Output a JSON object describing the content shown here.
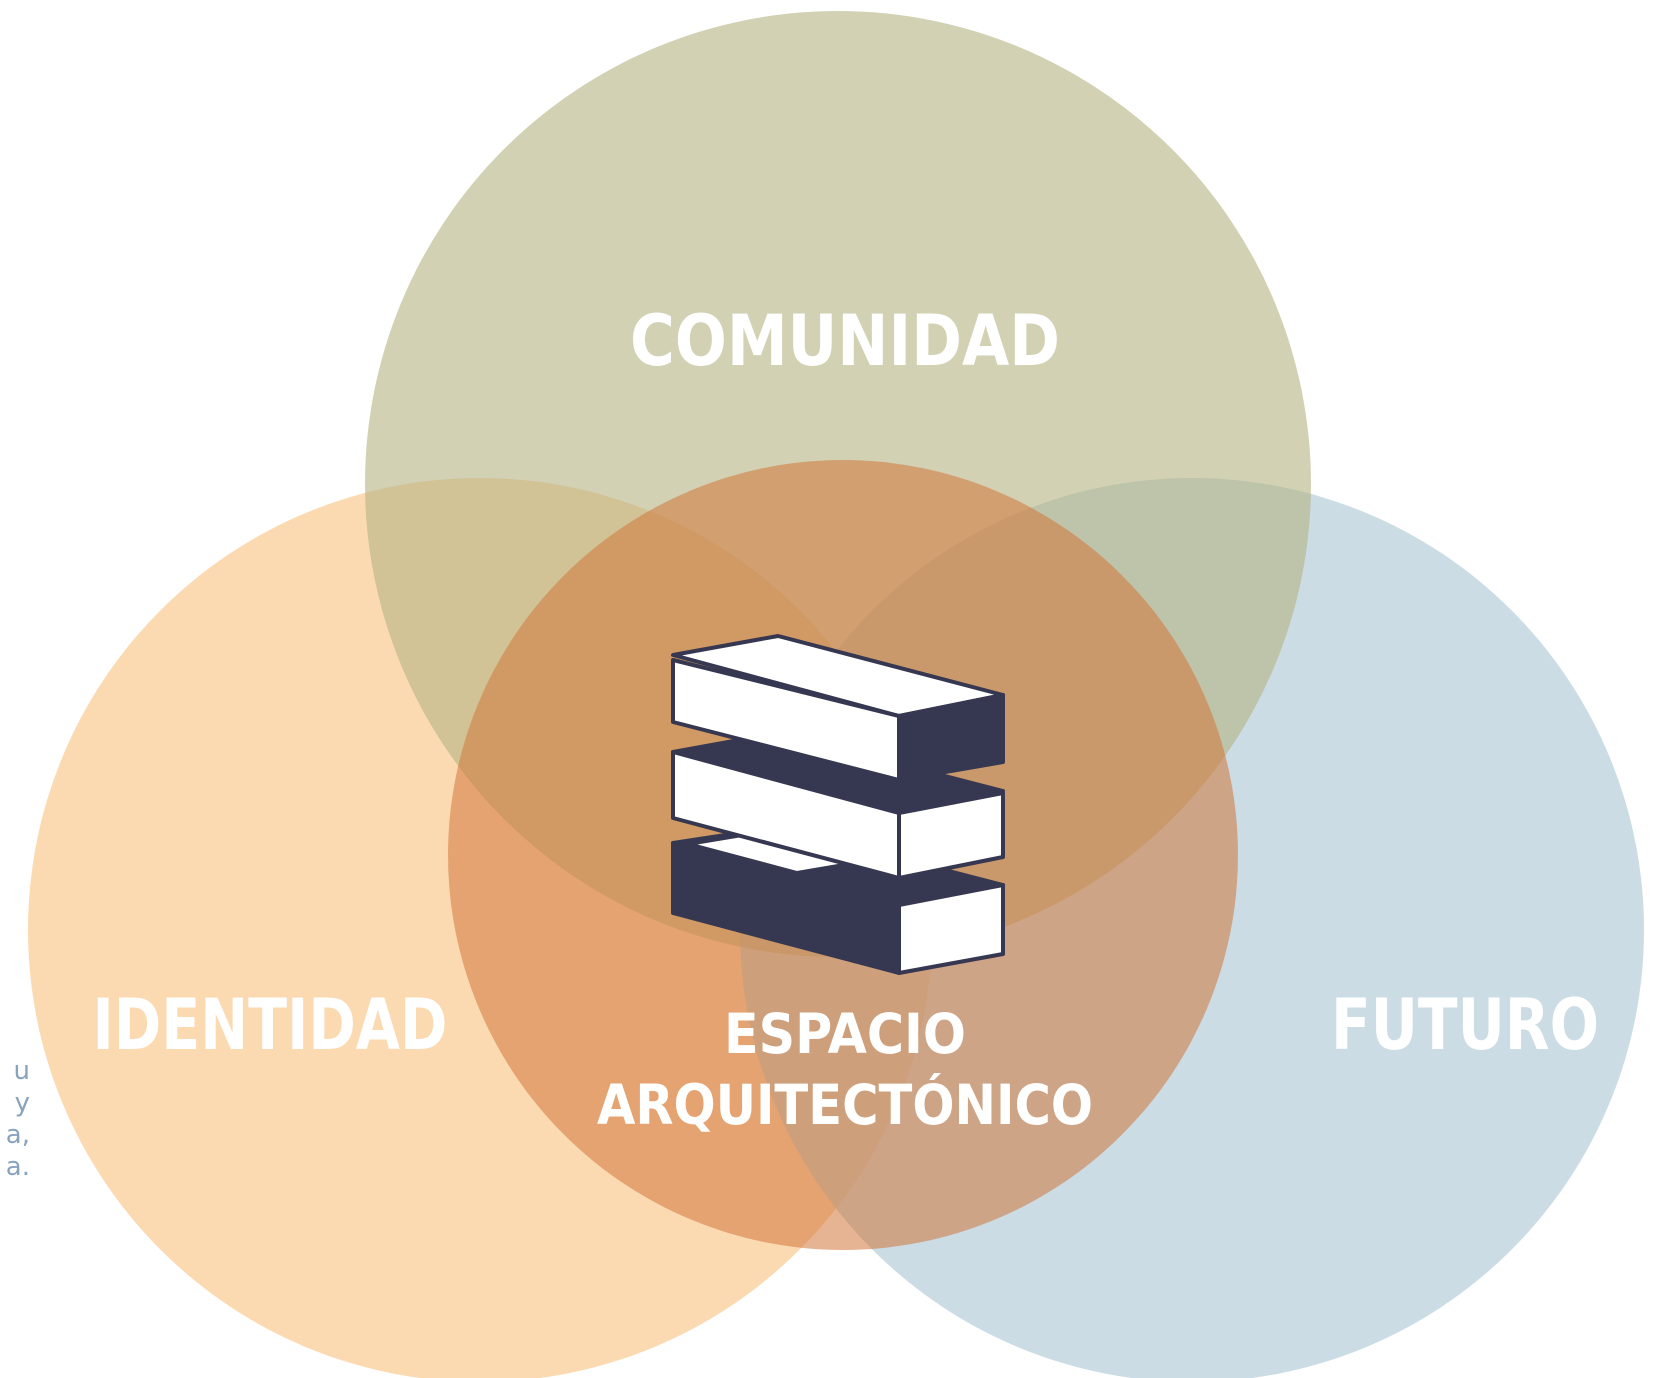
{
  "colors": {
    "background": "#ffffff",
    "comunidad": "#b6b485",
    "identidad": "#f9c98e",
    "futuro": "#b3ccd7",
    "espacio": "#d2773a",
    "icon_dark": "#363751",
    "icon_light": "#ffffff",
    "label": "#ffffff",
    "side_text": "#8aa3bd"
  },
  "labels": {
    "comunidad": "COMUNIDAD",
    "identidad": "IDENTIDAD",
    "futuro": "FUTURO",
    "espacio_line1": "ESPACIO",
    "espacio_line2": "ARQUITECTÓNICO"
  },
  "side_text": [
    "u",
    "y",
    "a,",
    "a."
  ],
  "icon": "stacked-blocks-icon"
}
